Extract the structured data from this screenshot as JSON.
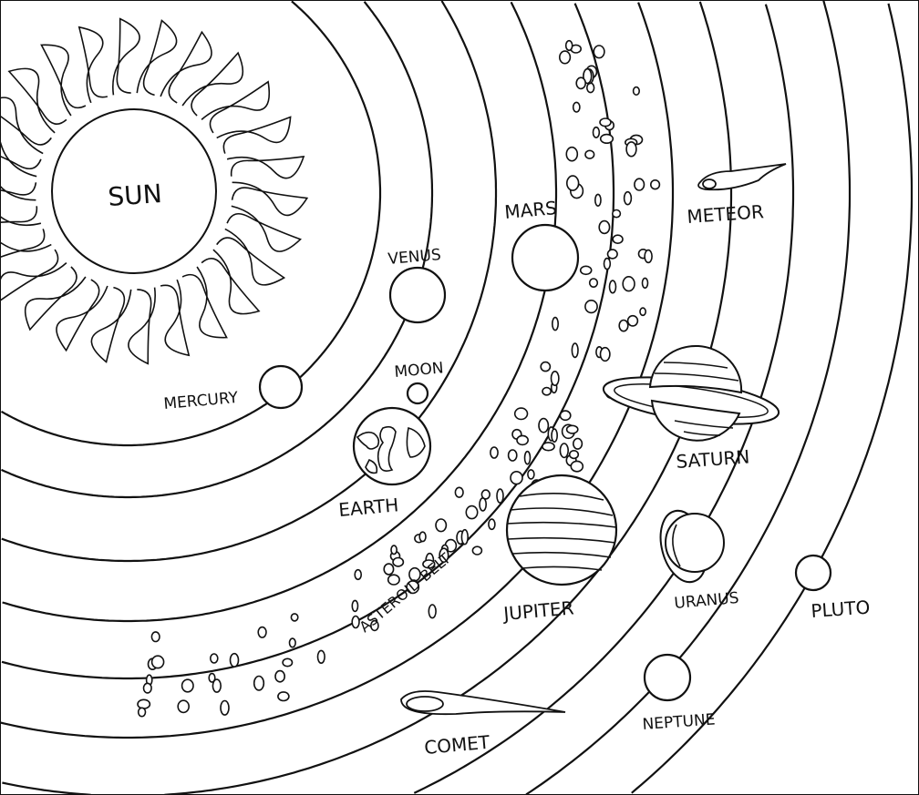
{
  "title_sun": "SUN",
  "labels": {
    "mercury": "MERCURY",
    "venus": "VENUS",
    "moon": "MOON",
    "earth": "EARTH",
    "mars": "MARS",
    "meteor": "METEOR",
    "saturn": "SATURN",
    "jupiter": "JUPITER",
    "asteroid_belt": "ASTEROID BELT",
    "uranus": "URANUS",
    "pluto": "PLUTO",
    "neptune": "NEPTUNE",
    "comet": "COMET"
  },
  "colors": {
    "line": "#111111",
    "background": "#ffffff"
  }
}
